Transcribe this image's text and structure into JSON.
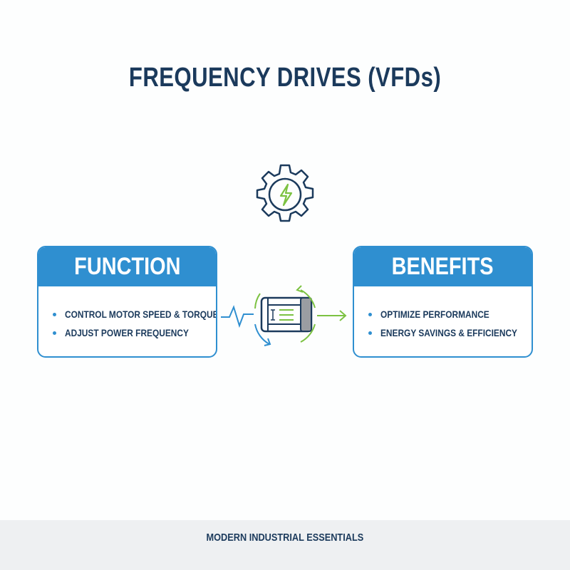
{
  "title": "FREQUENCY DRIVES (VFDs)",
  "colors": {
    "navy": "#1b3a5c",
    "blue": "#2f8fd0",
    "green": "#7cc242",
    "footer_bg": "#eef0f2"
  },
  "icons": {
    "top": "gear-lightning-icon",
    "center": "motor-icon"
  },
  "function": {
    "heading": "FUNCTION",
    "items": [
      "CONTROL MOTOR SPEED & TORQUE",
      "ADJUST POWER FREQUENCY"
    ]
  },
  "benefits": {
    "heading": "BENEFITS",
    "items": [
      "OPTIMIZE PERFORMANCE",
      "ENERGY SAVINGS & EFFICIENCY"
    ]
  },
  "footer": "MODERN INDUSTRIAL ESSENTIALS"
}
